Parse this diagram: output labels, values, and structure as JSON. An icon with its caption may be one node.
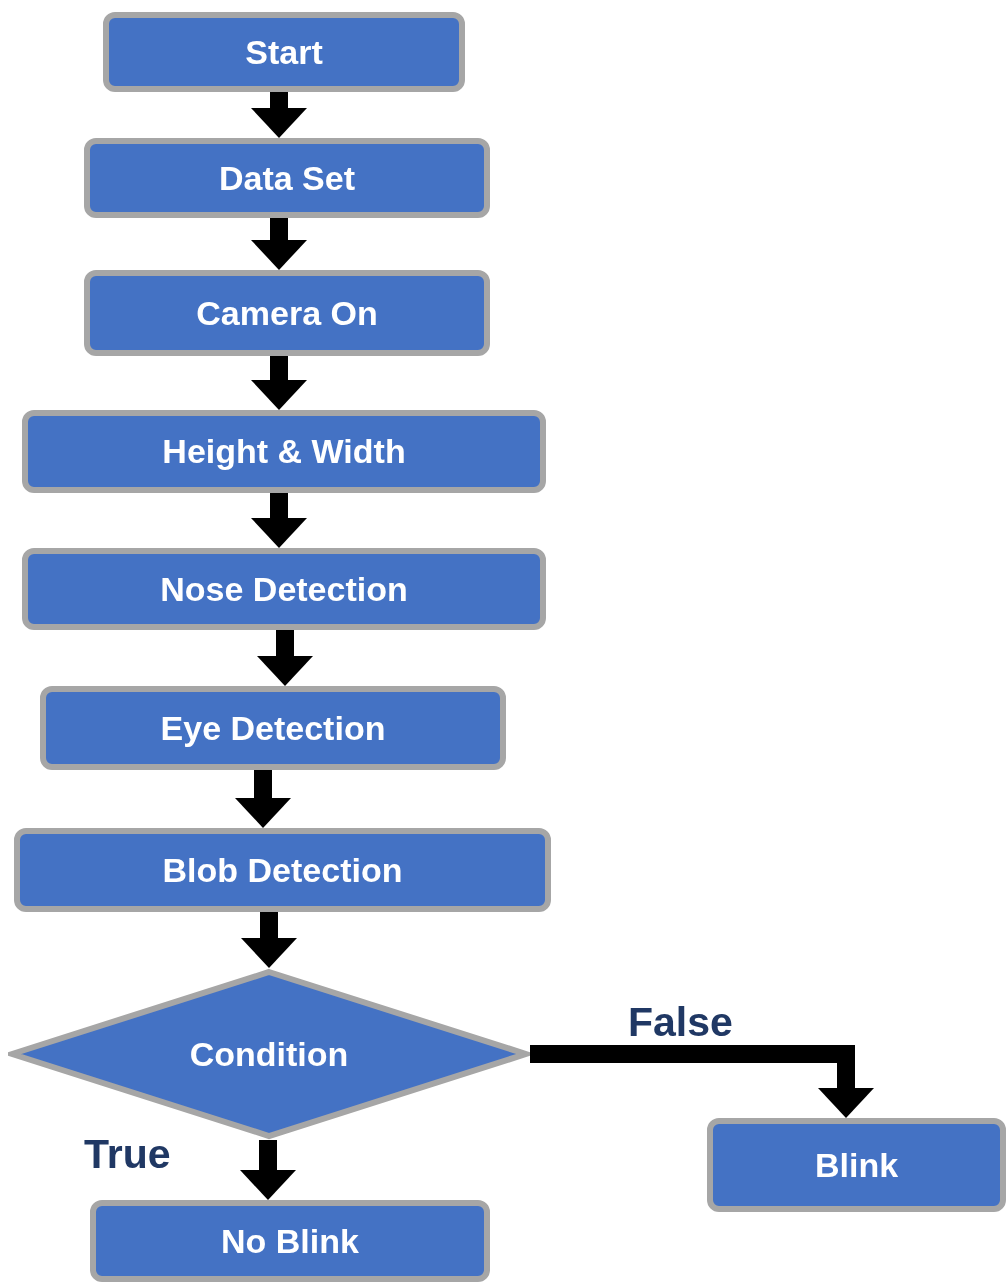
{
  "diagram": {
    "nodes": [
      {
        "text": [
          "Start"
        ]
      },
      {
        "text": [
          "Data Set"
        ]
      },
      {
        "text": [
          "Camera On"
        ]
      },
      {
        "text": [
          "Height & Width"
        ]
      },
      {
        "text": [
          "Nose Detection"
        ]
      },
      {
        "text": [
          "Eye Detection"
        ]
      },
      {
        "text": [
          "Blob Detection"
        ]
      },
      {
        "text": [
          "Condition"
        ]
      },
      {
        "text": [
          "Blink"
        ]
      },
      {
        "text": [
          "No Blink"
        ]
      }
    ],
    "edges": [
      {
        "from": 0,
        "to": 1,
        "arrow": "to"
      },
      {
        "from": 1,
        "to": 2,
        "arrow": "to"
      },
      {
        "from": 2,
        "to": 3,
        "arrow": "to"
      },
      {
        "from": 3,
        "to": 4,
        "arrow": "to"
      },
      {
        "from": 4,
        "to": 5,
        "arrow": "to"
      },
      {
        "from": 5,
        "to": 6,
        "arrow": "to"
      },
      {
        "from": 6,
        "to": 7,
        "arrow": "to"
      },
      {
        "from": 7,
        "to": 8,
        "arrow": "to",
        "label": "False"
      },
      {
        "from": 7,
        "to": 9,
        "arrow": "to",
        "label": "True"
      }
    ]
  }
}
